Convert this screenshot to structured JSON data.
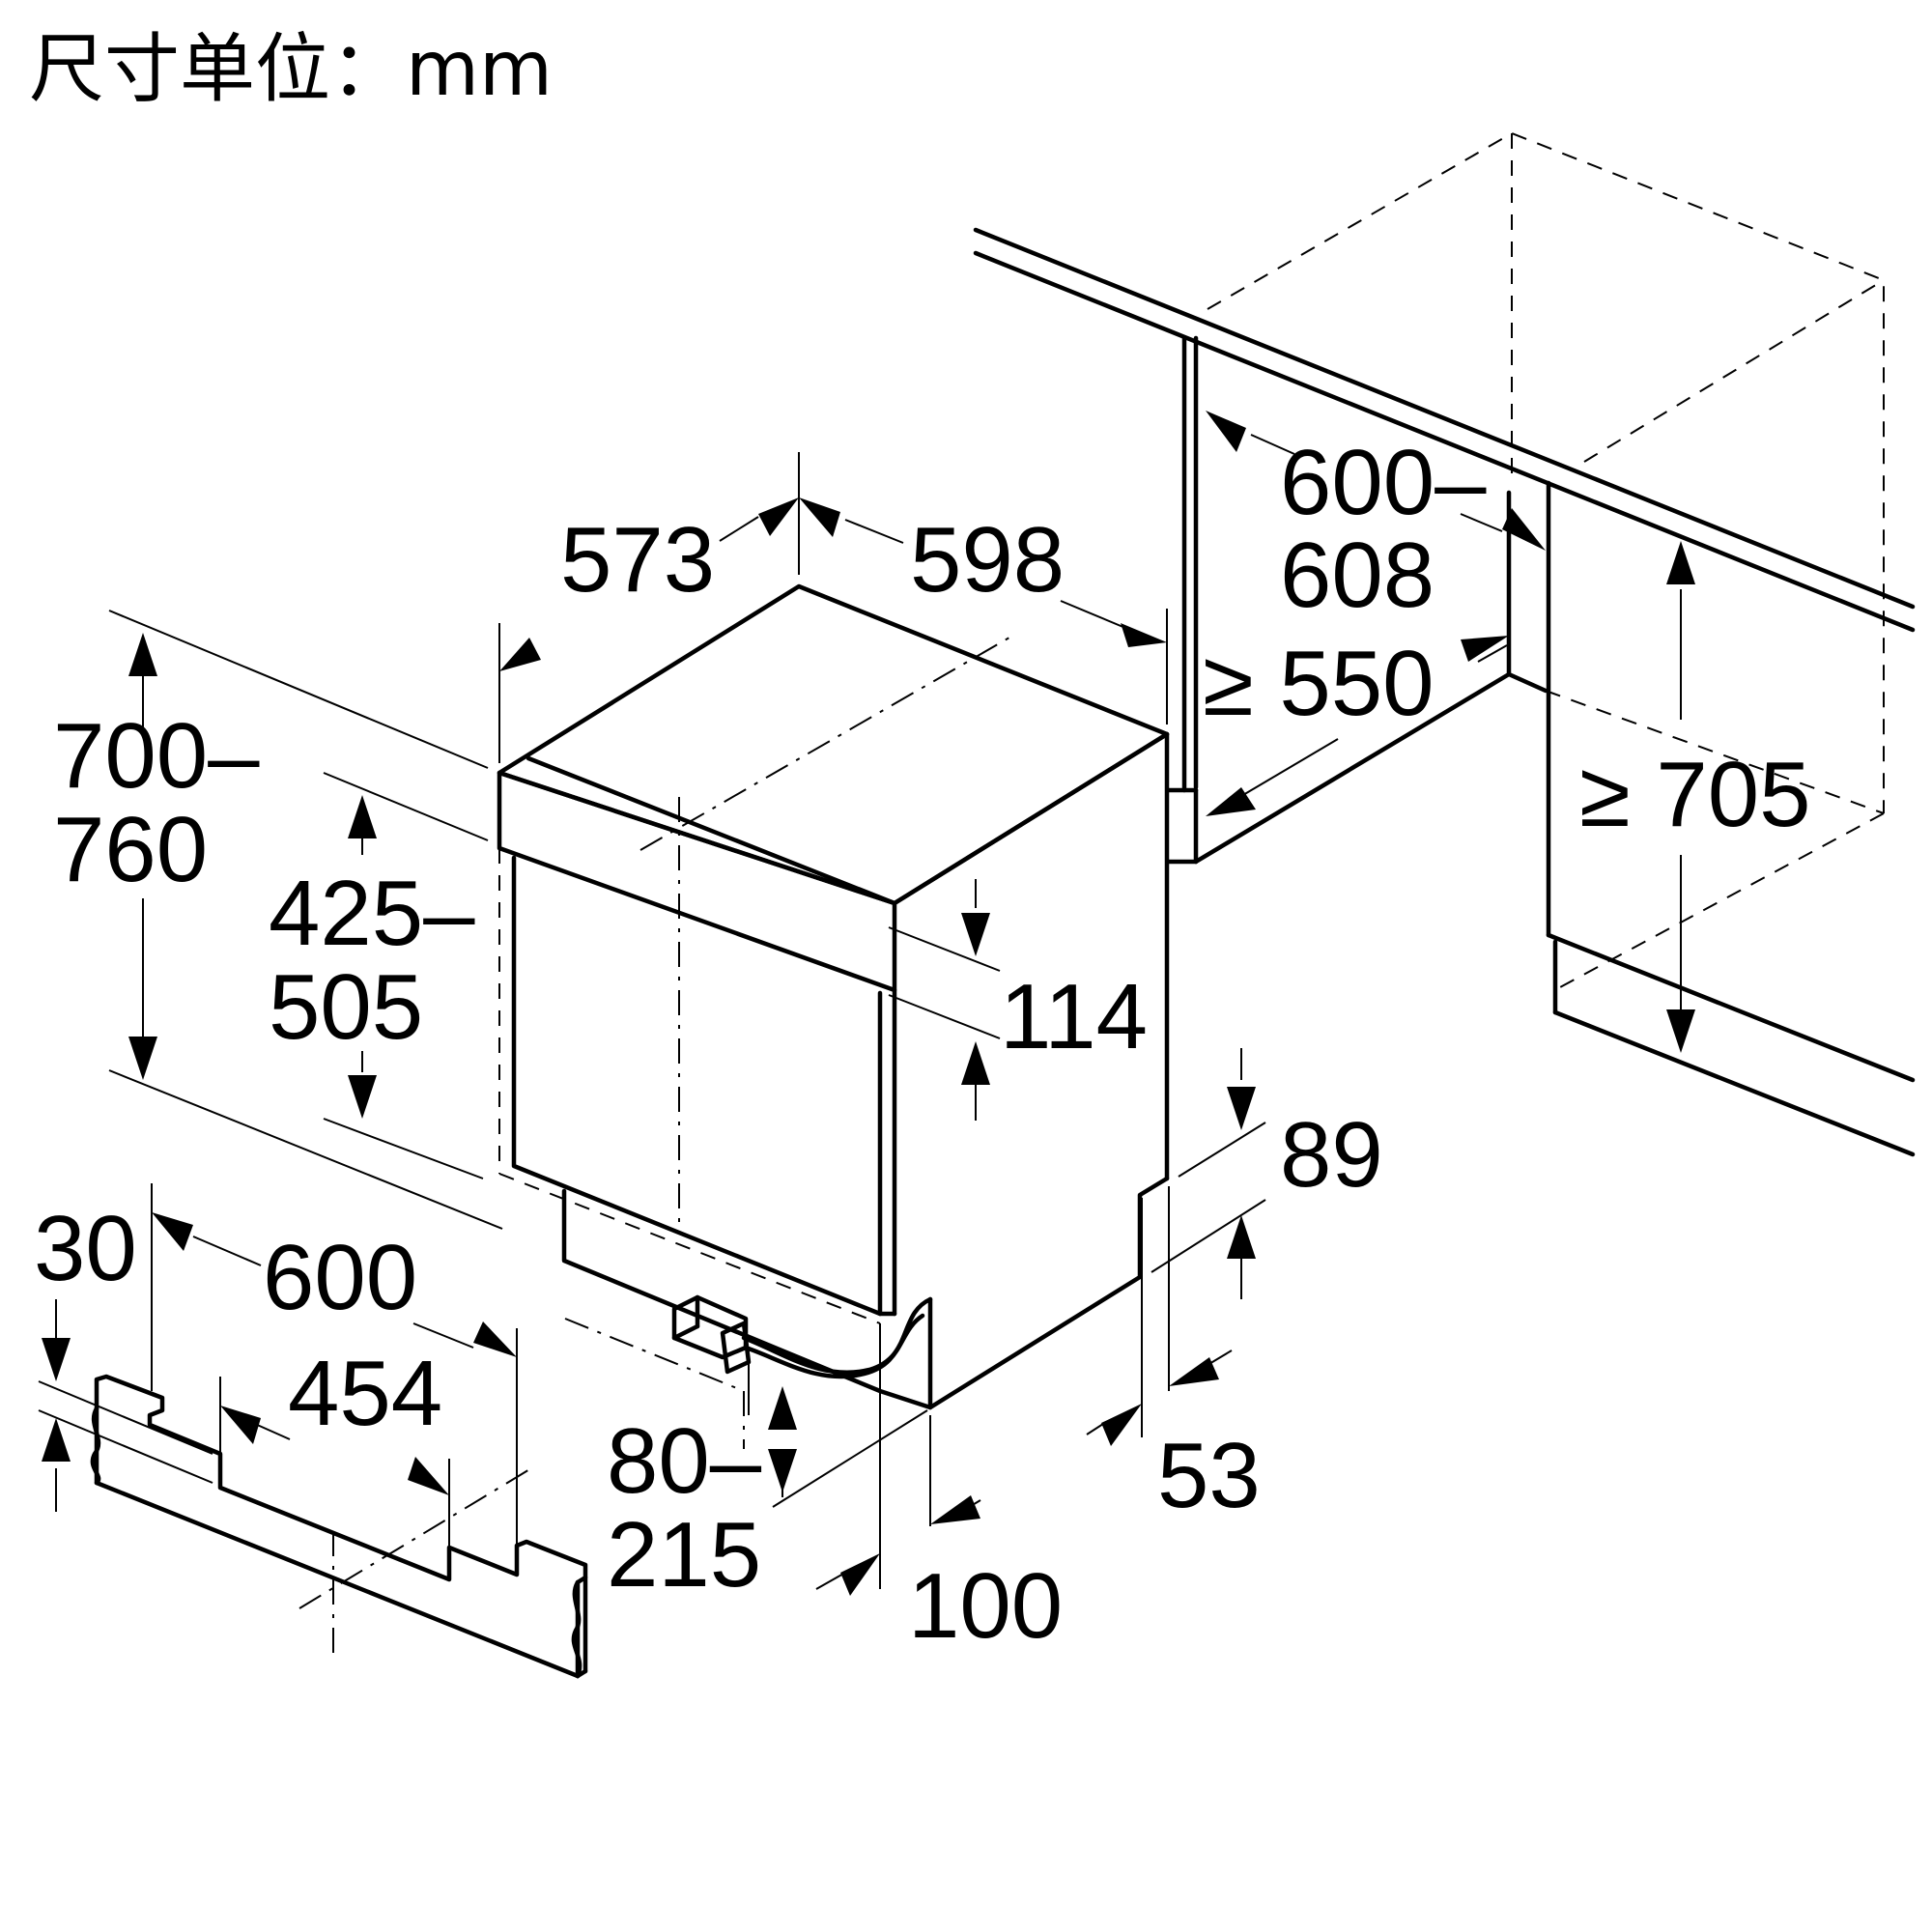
{
  "title": "尺寸单位：mm",
  "dimensions": {
    "depth": "573",
    "width": "598",
    "niche_width_line1": "600–",
    "niche_width_line2": "608",
    "niche_depth": "≥ 550",
    "niche_height": "≥ 705",
    "height_line1": "700–",
    "height_line2": "760",
    "door_line1": "425–",
    "door_line2": "505",
    "panel_offset": "114",
    "plinth_height": "89",
    "plinth_depth": "53",
    "hose_line1": "80–",
    "hose_line2": "215",
    "hose_offset": "100",
    "plinth_gap": "30",
    "plinth_width": "600",
    "plinth_cutout": "454"
  }
}
